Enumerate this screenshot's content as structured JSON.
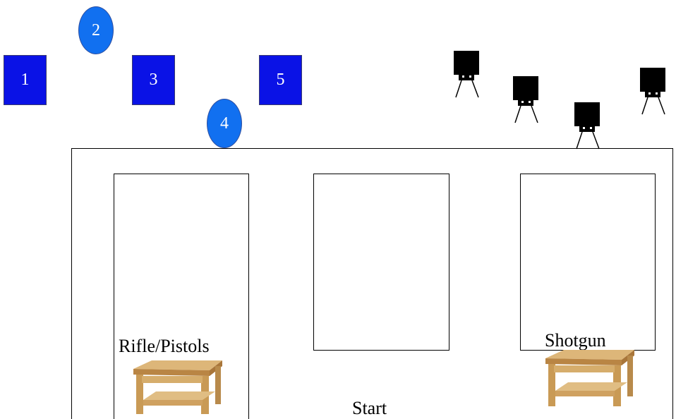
{
  "targets": [
    {
      "label": "1",
      "shape": "square"
    },
    {
      "label": "2",
      "shape": "oval"
    },
    {
      "label": "3",
      "shape": "square"
    },
    {
      "label": "4",
      "shape": "oval"
    },
    {
      "label": "5",
      "shape": "square"
    }
  ],
  "labels": {
    "rifle_pistols": "Rifle/Pistols",
    "shotgun": "Shotgun",
    "start": "Start"
  },
  "colors": {
    "square_target": "#0a12e6",
    "oval_target": "#1170f0",
    "steel_target": "#000000",
    "table_wood": "#c99a55"
  },
  "icons": {
    "steel_target": "steel-plate-target-icon",
    "table": "wooden-table-icon"
  }
}
